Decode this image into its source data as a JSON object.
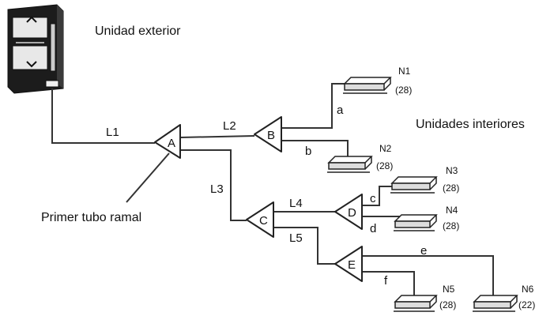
{
  "labels": {
    "outdoor_unit": "Unidad exterior",
    "indoor_units": "Unidades interiores",
    "first_branch": "Primer tubo ramal"
  },
  "branches": {
    "A": "A",
    "B": "B",
    "C": "C",
    "D": "D",
    "E": "E"
  },
  "pipes": {
    "L1": "L1",
    "L2": "L2",
    "L3": "L3",
    "L4": "L4",
    "L5": "L5",
    "a": "a",
    "b": "b",
    "c": "c",
    "d": "d",
    "e": "e",
    "f": "f"
  },
  "units": {
    "N1": {
      "name": "N1",
      "capacity": "(28)"
    },
    "N2": {
      "name": "N2",
      "capacity": "(28)"
    },
    "N3": {
      "name": "N3",
      "capacity": "(28)"
    },
    "N4": {
      "name": "N4",
      "capacity": "(28)"
    },
    "N5": {
      "name": "N5",
      "capacity": "(28)"
    },
    "N6": {
      "name": "N6",
      "capacity": "(22)"
    }
  }
}
